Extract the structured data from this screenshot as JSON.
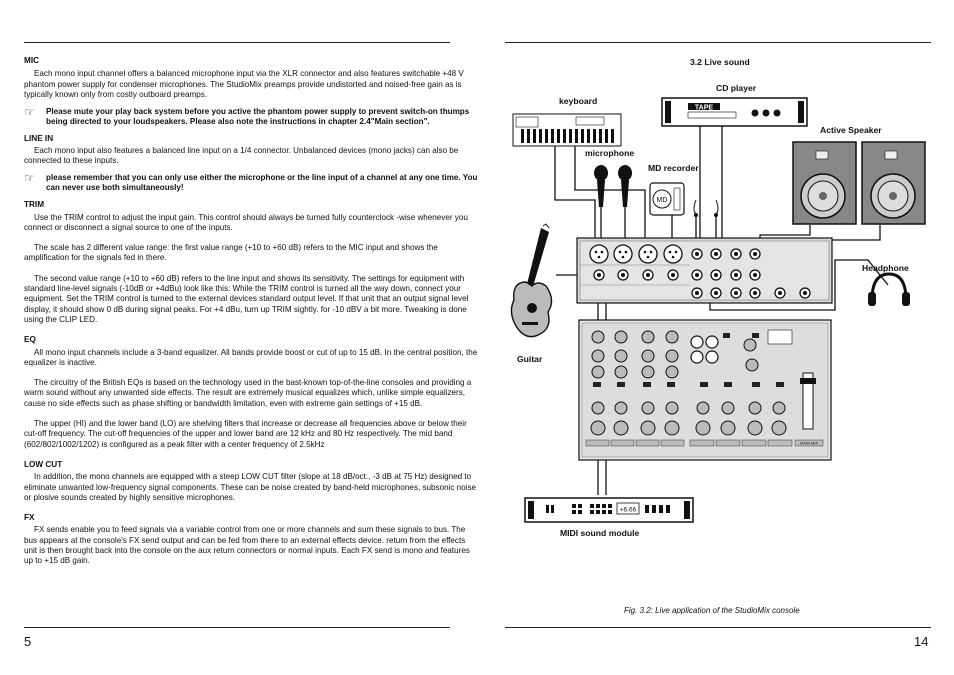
{
  "left_page": {
    "page_number": "5",
    "sections": {
      "mic": {
        "heading": "MIC",
        "p1": "Each mono input channel offers a balanced microphone input  via  the XLR connector and also features switchable +48 V  phantom power supply  for condenser microphones. The StudioMix preamps provide undistorted and noised-free gain as is typically known only from costly outboard preamps.",
        "note": "Please mute  your play back system before you active  the phantom power supply to prevent switch-on thumps being directed to your loudspeakers. Please also note the instructions in chapter 2.4\"Main section\"."
      },
      "line_in": {
        "heading": "LINE IN",
        "p1": "Each mono input also features  a balanced  line  input on a    1/4    connector. Unbalanced  devices (mono jacks) can also be connected to these inputs.",
        "note": "please remember that you can only use either the microphone or the line input of a channel at any one time. You can never use both simultaneously!"
      },
      "trim": {
        "heading": "TRIM",
        "p1": "Use the TRIM control to adjust the input gain. This control should always be turned fully counterclock -wise whenever you connect or disconnect a signal source to one of the inputs.",
        "p2": "The scale has 2 different value range: the first value range (+10 to +60 dB) refers to the MIC input and shows the amplification for the signals fed in there.",
        "p3": "The second value range (+10 to +60 dB) refers to the line input and shows its sensitivity. The settings for equipment with standard line-level signals (-10dB or +4dBu) look like this: While the TRIM control is turned all the way down, connect your equipment. Set the TRIM control is turned to the external devices standard output level. If that unit that an output signal level display, it should show 0 dB during signal peaks. For +4 dBu, turn up TRIM sightly. for -10 dBV a bit more. Tweaking is done using the CLIP LED."
      },
      "eq": {
        "heading": "EQ",
        "p1": "All mono input channels include a 3-band equalizer.  All bands provide boost or cut of up to 15 dB.  In the central position,  the equalizer is inactive.",
        "p2": "The circuitry of the British EQs is based on the technology used in the bast-known top-of-the-line consoles and providing a warm sound without any unwanted side effects. The result are extremely musical equalizes which, unlike simple equalizers, cause no side effects such as phase shifting or bandwidth limitation, even with extreme gain settings of +15 dB.",
        "p3": "The upper (HI) and the lower band (LO) are shelving filters that increase or decrease all frequencies above or below their cut-off frequency. The cut-off frequencies of the upper and lower band are 12 kHz and 80 Hz respectively. The mid band (602/802/1002/1202) is configured as a peak filter with a center frequency of 2.5kHz"
      },
      "low_cut": {
        "heading": "LOW CUT",
        "p1": "In addition, the mono channels are equipped with a steep LOW CUT filter (slope at 18 dB/oct., -3 dB at 75 Hz) designed to eliminate unwanted low-frequency signal components. These can be noise created by band-held microphones, subsonic noise or plosive sounds created by highly sensitive microphones."
      },
      "fx": {
        "heading": "FX",
        "p1": "FX sends enable you to feed signals via a variable control from one or more channels and sum these signals to bus. The bus appears at the console's FX send output and can be fed from there to an external effects device. return from the effects unit is then brought back into the console on the aux return connectors or normal inputs. Each FX send is mono and features up to +15 dB gain."
      }
    }
  },
  "right_page": {
    "page_number": "14",
    "section_title": "3.2 Live sound",
    "labels": {
      "keyboard": "keyboard",
      "cd_player": "CD player",
      "active_speaker": "Active Speaker",
      "microphone": "microphone",
      "md_recorder": "MD recorder",
      "headphone": "Headphone",
      "guitar": "Guitar",
      "midi_module": "MIDI sound module",
      "tape": "TAPE",
      "md": "MD",
      "display": "+6.66",
      "main_mix": "MAIN MIX"
    },
    "caption": "Fig.  3.2: Live application of the StudioMix console"
  }
}
